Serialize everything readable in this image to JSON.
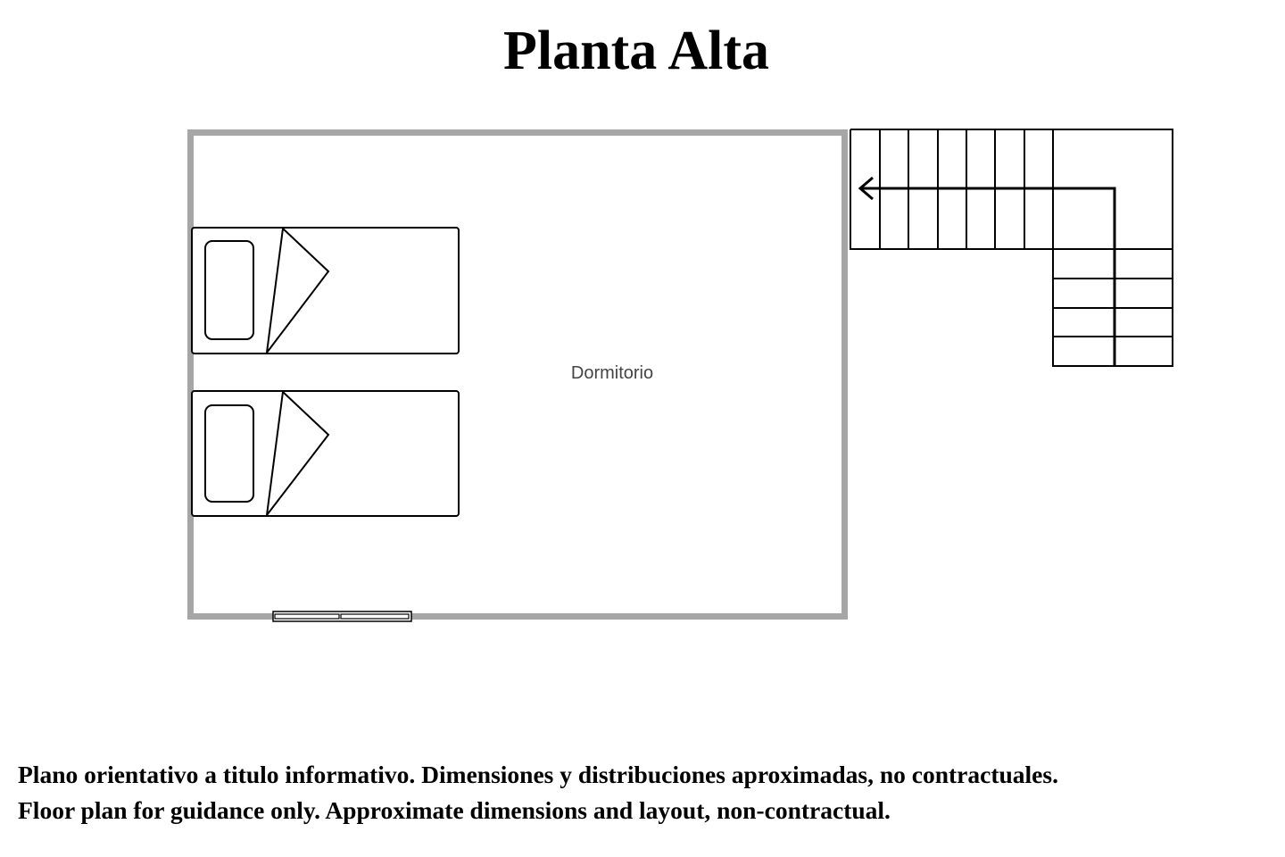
{
  "title": "Planta Alta",
  "rooms": [
    {
      "label": "Dormitorio"
    }
  ],
  "furniture": [
    {
      "type": "single-bed",
      "icon": "bed-icon"
    },
    {
      "type": "single-bed",
      "icon": "bed-icon"
    }
  ],
  "openings": [
    {
      "type": "window",
      "icon": "window-icon"
    }
  ],
  "stairs": {
    "icon": "staircase-icon",
    "direction_arrow": "arrow-left-icon"
  },
  "disclaimer": {
    "es": "Plano orientativo a titulo informativo. Dimensiones y distribuciones aproximadas, no contractuales.",
    "en": "Floor plan for guidance only. Approximate dimensions and layout, non-contractual."
  },
  "colors": {
    "wall": "#a6a6a6",
    "line": "#000000",
    "text": "#000000",
    "room_label": "#444444"
  }
}
